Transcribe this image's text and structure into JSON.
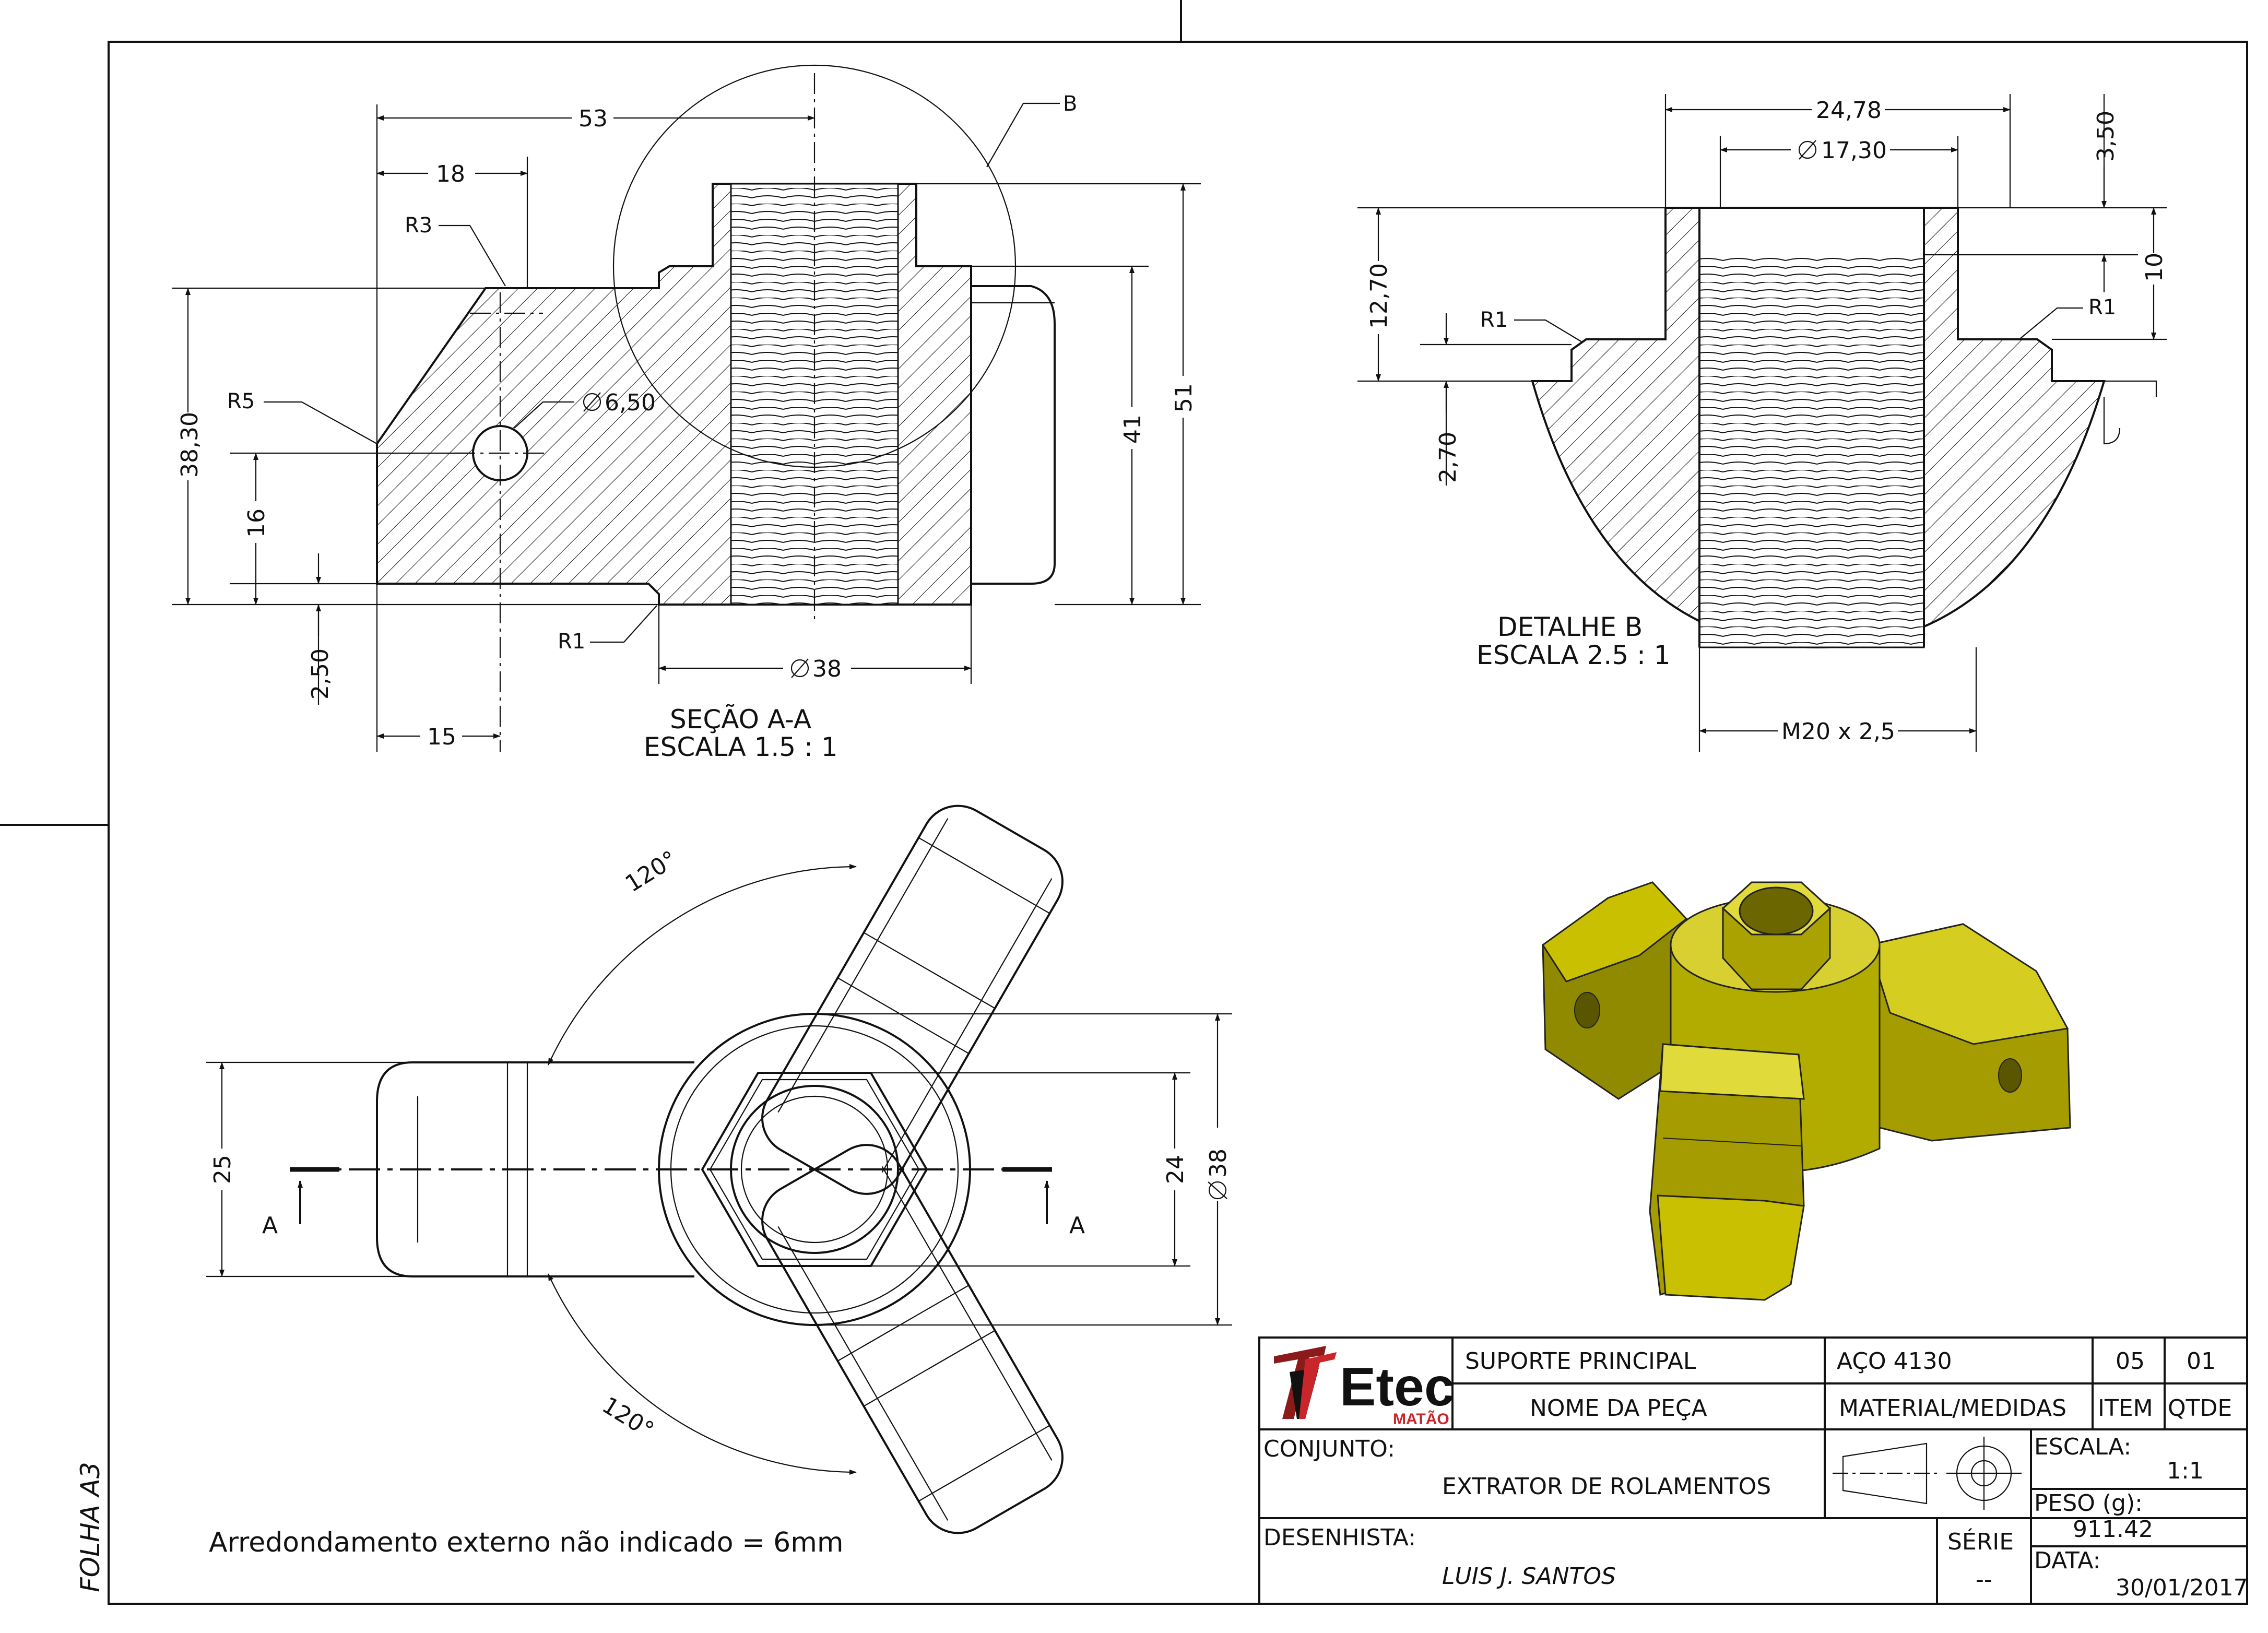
{
  "sheet": {
    "format_label": "FOLHA A3"
  },
  "section_view": {
    "caption_line1": "SEÇÃO A-A",
    "caption_line2": "ESCALA 1.5 : 1",
    "dims": {
      "d53": "53",
      "d18": "18",
      "d15": "15",
      "d38_30": "38,30",
      "d16": "16",
      "d2_50": "2,50",
      "d41": "41",
      "d51": "51",
      "hole": "6,50",
      "bore": "38"
    },
    "callouts": {
      "r3": "R3",
      "r5": "R5",
      "r1": "R1",
      "detail_ref": "B"
    }
  },
  "detail_view": {
    "caption_line1": "DETALHE B",
    "caption_line2": "ESCALA 2.5 : 1",
    "dims": {
      "d24_78": "24,78",
      "d17_30": "17,30",
      "d3_50": "3,50",
      "d10": "10",
      "d12_70": "12,70",
      "d2_70": "2,70",
      "thread": "M20 x 2,5"
    },
    "callouts": {
      "r1_left": "R1",
      "r1_right": "R1"
    }
  },
  "top_view": {
    "angle_top": "120°",
    "angle_bottom": "120°",
    "d25": "25",
    "d24": "24",
    "d38": "38",
    "cut_left": "A",
    "cut_right": "A"
  },
  "note": "Arredondamento externo não indicado = 6mm",
  "render": {
    "part_color": "#c8c000",
    "part_shade": "#8f8a00",
    "part_light": "#e0da3a"
  },
  "title_block": {
    "logo_text": "Etec",
    "logo_sub": "MATÃO",
    "part_name": "SUPORTE PRINCIPAL",
    "part_name_label": "NOME DA PEÇA",
    "material": "AÇO 4130",
    "material_label": "MATERIAL/MEDIDAS",
    "item": "05",
    "item_label": "ITEM",
    "qty": "01",
    "qty_label": "QTDE",
    "assembly_label": "CONJUNTO:",
    "assembly": "EXTRATOR DE ROLAMENTOS",
    "scale_label": "ESCALA:",
    "scale": "1:1",
    "weight_label": "PESO (g):",
    "weight": "911.42",
    "drafter_label": "DESENHISTA:",
    "drafter": "LUIS J. SANTOS",
    "series_label": "SÉRIE",
    "series": "--",
    "date_label": "DATA:",
    "date": "30/01/2017"
  }
}
